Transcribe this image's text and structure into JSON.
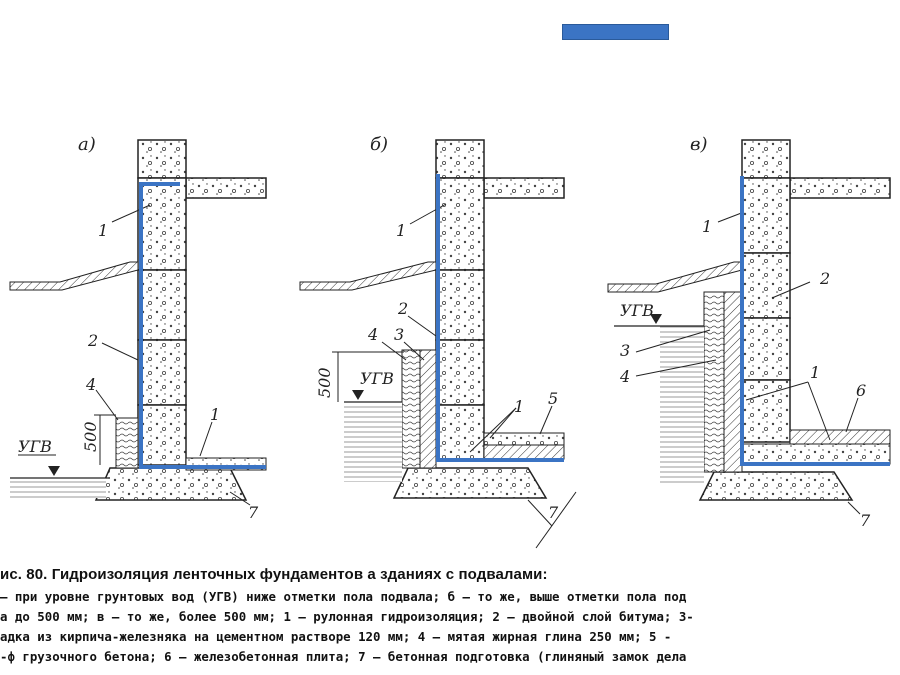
{
  "highlight": {
    "color": "#3b74c4"
  },
  "panels": [
    {
      "letter": "а)",
      "callouts": [
        "1",
        "2",
        "4",
        "1",
        "7"
      ],
      "ugv": "УГВ",
      "dim": "500"
    },
    {
      "letter": "б)",
      "callouts": [
        "1",
        "2",
        "4",
        "3",
        "1",
        "5",
        "7"
      ],
      "ugv": "УГВ",
      "dim": "500"
    },
    {
      "letter": "в)",
      "callouts": [
        "1",
        "2",
        "3",
        "4",
        "1",
        "6",
        "7"
      ],
      "ugv": "УГВ"
    }
  ],
  "caption": {
    "title": "ис. 80. Гидроизоляция ленточных фундаментов а зданиях с подвалами:",
    "lines": [
      "— при уровне грунтовых вод (УГВ) ниже отметки пола подвала; б — то же, выше отметки пола под",
      "а до 500 мм; в — то же, более 500 мм; 1 — рулонная гидроизоляция; 2 — двойной слой битума; 3-",
      "адка из кирпича-железняка на цементном растворе 120 мм; 4 — мятая жирная глина 250 мм; 5 -",
      "-ф  грузочного бетона; 6 — железобетонная плита; 7 — бетонная подготовка (глиняный замок дела"
    ]
  }
}
